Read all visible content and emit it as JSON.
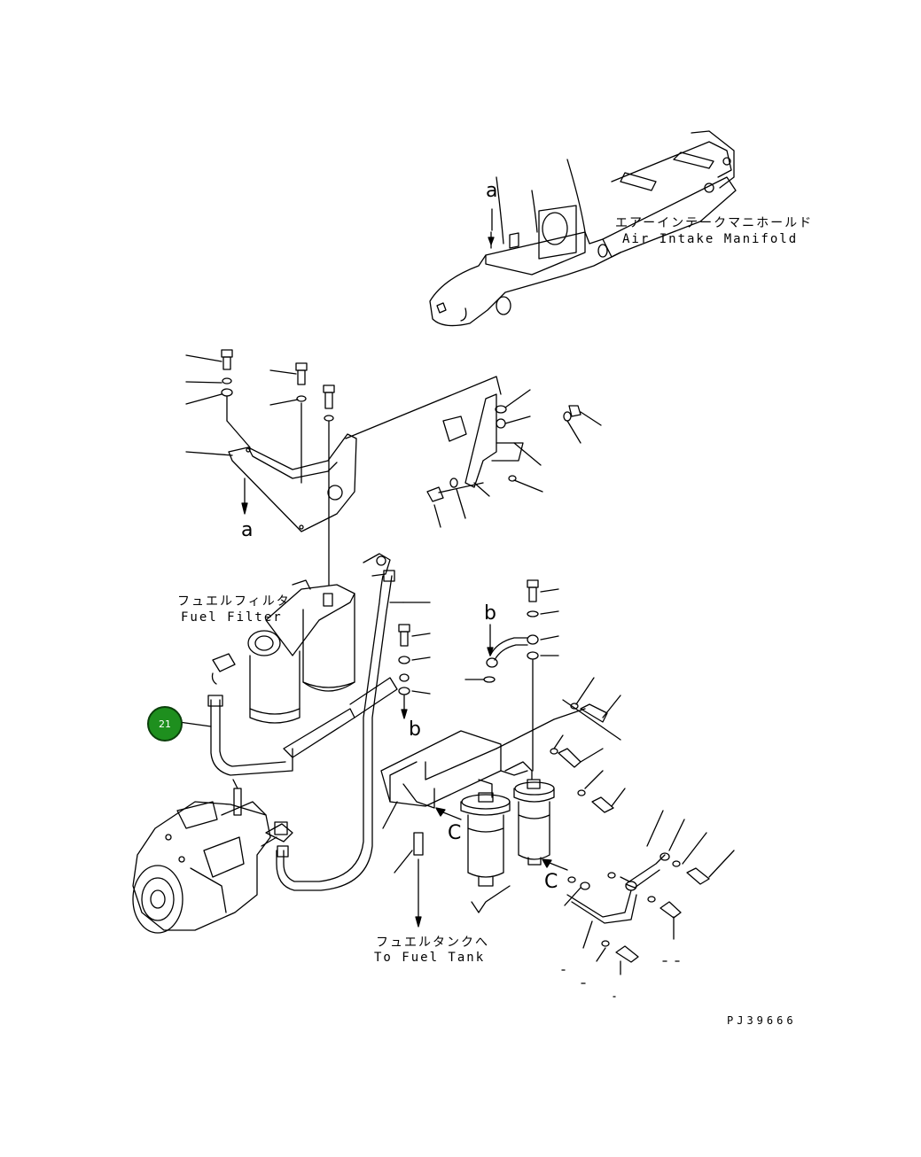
{
  "labels": {
    "air_intake_jp": "エアーインテークマニホールド",
    "air_intake_en": "Air Intake Manifold",
    "fuel_filter_jp": "フュエルフィルタ",
    "fuel_filter_en": "Fuel Filter",
    "fuel_tank_jp": "フュエルタンクへ",
    "fuel_tank_en": "To Fuel Tank",
    "ref_a_top": "a",
    "ref_a_bottom": "a",
    "ref_b_top": "b",
    "ref_b_bottom": "b",
    "ref_c_left": "C",
    "ref_c_right": "C",
    "drawing_id": "PJ39666"
  },
  "callouts": [
    {
      "number": "21",
      "color": "#1e8f1e"
    }
  ]
}
